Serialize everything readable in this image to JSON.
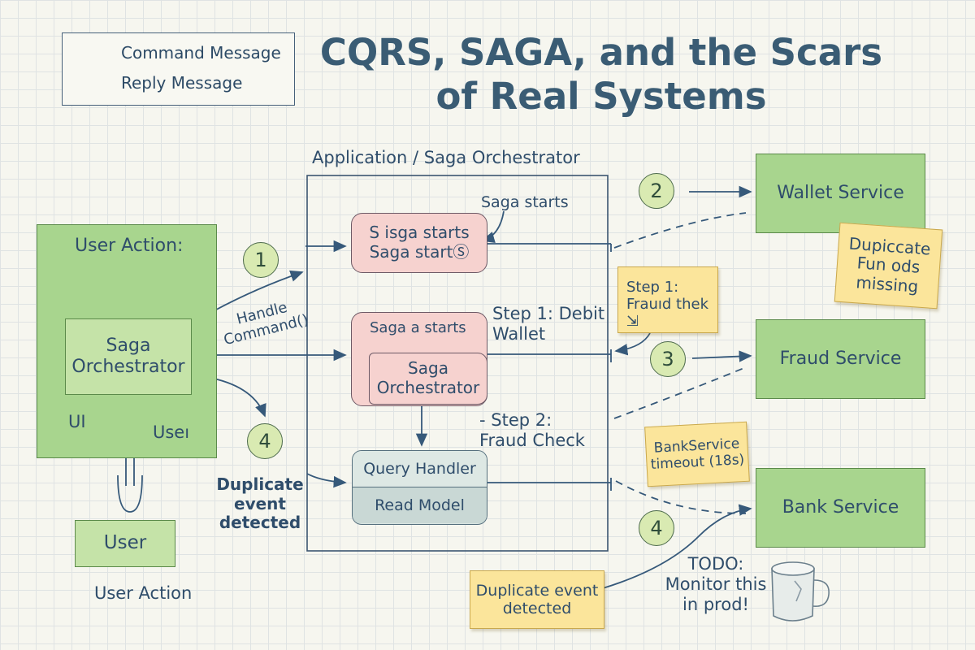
{
  "title": "CQRS, SAGA, and the Scars of Real Systems",
  "legend": {
    "command": "Command Message",
    "reply": "Reply Message"
  },
  "ui_panel": {
    "heading": "User Action:",
    "inner_box": "Saga Orchestrator",
    "left_label": "UI",
    "right_label": "Useı"
  },
  "user_box": "User",
  "user_action_caption": "User Action",
  "orchestrator": {
    "frame_title": "Application / Saga Orchestrator",
    "saga_starts_note": "Saga starts",
    "pill1": "S isga starts Saga startⓈ",
    "pill2_top": "Saga a starts",
    "pill2_inner": "Saga Orchestrator",
    "query_handler": "Query Handler",
    "read_model": "Read Model",
    "step1": "Step 1: Debit Wallet",
    "step2": "- Step 2: Fraud Check"
  },
  "arrows": {
    "handle_command": "Handle Command()"
  },
  "numbers": [
    "1",
    "2",
    "3",
    "4",
    "4"
  ],
  "duplicate_event_left": "Duplicate event detected",
  "services": {
    "wallet": "Wallet Service",
    "fraud": "Fraud Service",
    "bank": "Bank Service"
  },
  "notes": {
    "funds_missing": "Dupiccate Fun ods missing",
    "fraud_check": "Step 1: Frauıd thek ⇲",
    "bank_timeout": "BankService timeout (18s)",
    "duplicate_event": "Duplicate event detected",
    "todo": "TODO: Monitor this in prod!"
  },
  "colors": {
    "ink": "#2f4d6b",
    "green_box": "#a8d58e",
    "pink_pill": "#f6d2cf",
    "sticky": "#fbe59b",
    "query_box": "#d7e3e0"
  }
}
